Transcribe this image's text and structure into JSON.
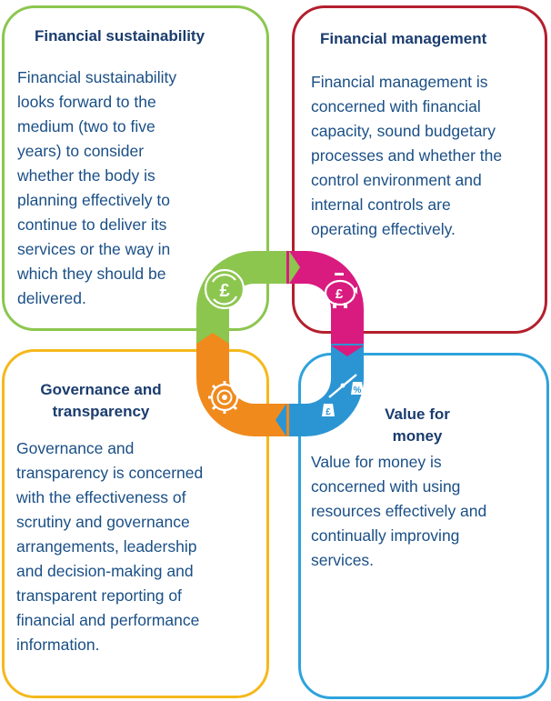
{
  "panels": {
    "financial_sustainability": {
      "title": "Financial sustainability",
      "body_lines": [
        "Financial sustainability",
        "looks forward to the",
        "medium (two to five",
        "years) to consider",
        "whether the body is",
        "planning effectively to",
        "continue to deliver its",
        "services or the way in",
        "which they should be",
        "delivered."
      ]
    },
    "financial_management": {
      "title": "Financial management",
      "body_lines": [
        "Financial management is",
        "concerned with financial",
        "capacity, sound budgetary",
        "processes and whether the",
        "control environment and",
        "internal controls are",
        "operating effectively."
      ]
    },
    "governance": {
      "title_lines": [
        "Governance and",
        "transparency"
      ],
      "body_lines": [
        "Governance and",
        "transparency is concerned",
        "with the effectiveness of",
        "scrutiny and governance",
        "arrangements, leadership",
        "and decision-making and",
        "transparent reporting of",
        "financial and performance",
        "information."
      ]
    },
    "value_for_money": {
      "title_lines": [
        "Value for",
        "money"
      ],
      "body_lines": [
        "Value for money is",
        "concerned with using",
        "resources effectively and",
        "continually improving",
        "services."
      ]
    }
  },
  "ring": {
    "segments": [
      {
        "name": "financial-sustainability",
        "color": "#8cc64f",
        "icon": "pound-cycle-icon",
        "glyph": "£"
      },
      {
        "name": "financial-management",
        "color": "#d91b7f",
        "icon": "piggy-bank-icon",
        "glyph": "£"
      },
      {
        "name": "value-for-money",
        "color": "#2b95d4",
        "icon": "scales-icon",
        "glyph_left": "£",
        "glyph_right": "%"
      },
      {
        "name": "governance",
        "color": "#f08a1d",
        "icon": "gear-icon",
        "glyph": ""
      }
    ]
  },
  "colors": {
    "text": "#1a4f86",
    "title": "#1a3c6e",
    "fs_border": "#8cc64f",
    "fm_border": "#b41f2d",
    "gt_border": "#f5b81c",
    "vm_border": "#2ea3dc"
  }
}
